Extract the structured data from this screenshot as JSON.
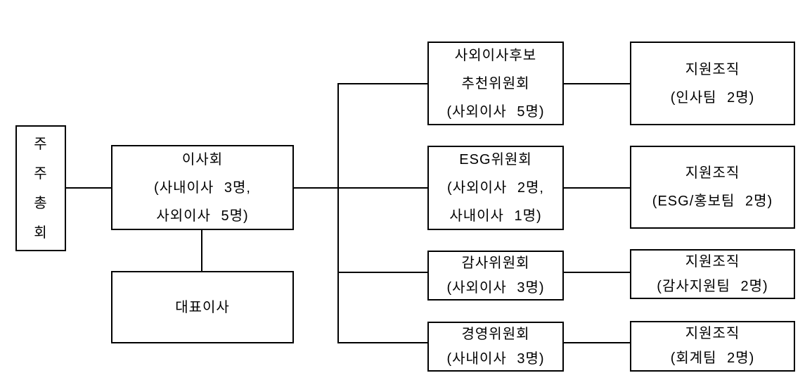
{
  "diagram": {
    "type": "org-chart",
    "colors": {
      "background": "#ffffff",
      "box_border": "#000000",
      "connector": "#000000",
      "text": "#000000"
    }
  },
  "nodes": {
    "shareholders": {
      "lines": [
        "주",
        "주",
        "총",
        "회"
      ]
    },
    "board": {
      "lines": [
        "이사회",
        "(사내이사 3명,",
        "사외이사 5명)"
      ]
    },
    "ceo": {
      "lines": [
        "대표이사"
      ]
    },
    "nomination": {
      "lines": [
        "사외이사후보",
        "추천위원회",
        "(사외이사 5명)"
      ]
    },
    "esg": {
      "lines": [
        "ESG위원회",
        "(사외이사 2명,",
        "사내이사 1명)"
      ]
    },
    "audit": {
      "lines": [
        "감사위원회",
        "(사외이사 3명)"
      ]
    },
    "management": {
      "lines": [
        "경영위원회",
        "(사내이사 3명)"
      ]
    },
    "support_hr": {
      "lines": [
        "지원조직",
        "(인사팀 2명)"
      ]
    },
    "support_esg": {
      "lines": [
        "지원조직",
        "(ESG/홍보팀 2명)"
      ]
    },
    "support_audit": {
      "lines": [
        "지원조직",
        "(감사지원팀 2명)"
      ]
    },
    "support_accounting": {
      "lines": [
        "지원조직",
        "(회계팀 2명)"
      ]
    }
  }
}
